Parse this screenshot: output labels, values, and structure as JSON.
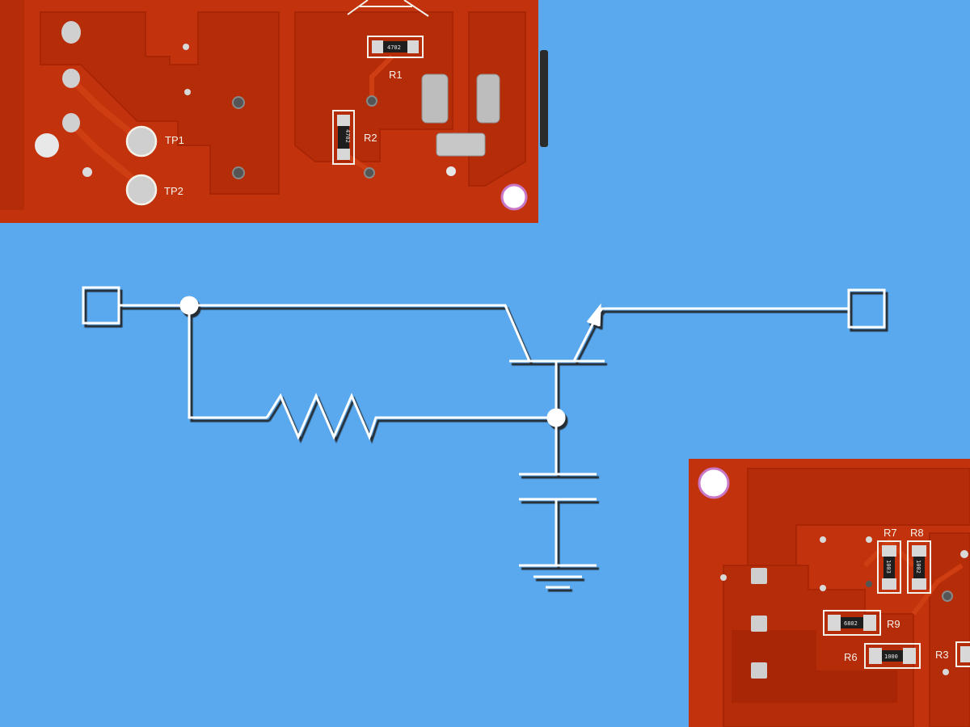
{
  "colors": {
    "background": "#5aa9ef",
    "board": "#c2320c",
    "board_copper": "#b02a08",
    "trace": "#cf3d12",
    "silkscreen": "#f4f1e8",
    "pad": "#c9c9c9",
    "wire": "#ffffff",
    "wire_shadow": "#1a1a1a"
  },
  "board_top": {
    "labels": {
      "r1": "R1",
      "r2": "R2",
      "tp1": "TP1",
      "tp2": "TP2"
    },
    "chip_codes": {
      "r1": "4702",
      "r2": "4702"
    }
  },
  "board_bottom": {
    "labels": {
      "r7": "R7",
      "r8": "R8",
      "r9": "R9",
      "r6": "R6",
      "r3": "R3"
    },
    "chip_codes": {
      "r7": "1003",
      "r8": "1002",
      "r9": "6802",
      "r6": "1000"
    }
  },
  "schematic": {
    "components": [
      "input-terminal",
      "junction-node",
      "resistor",
      "npn-transistor",
      "capacitor",
      "ground",
      "output-terminal"
    ]
  }
}
